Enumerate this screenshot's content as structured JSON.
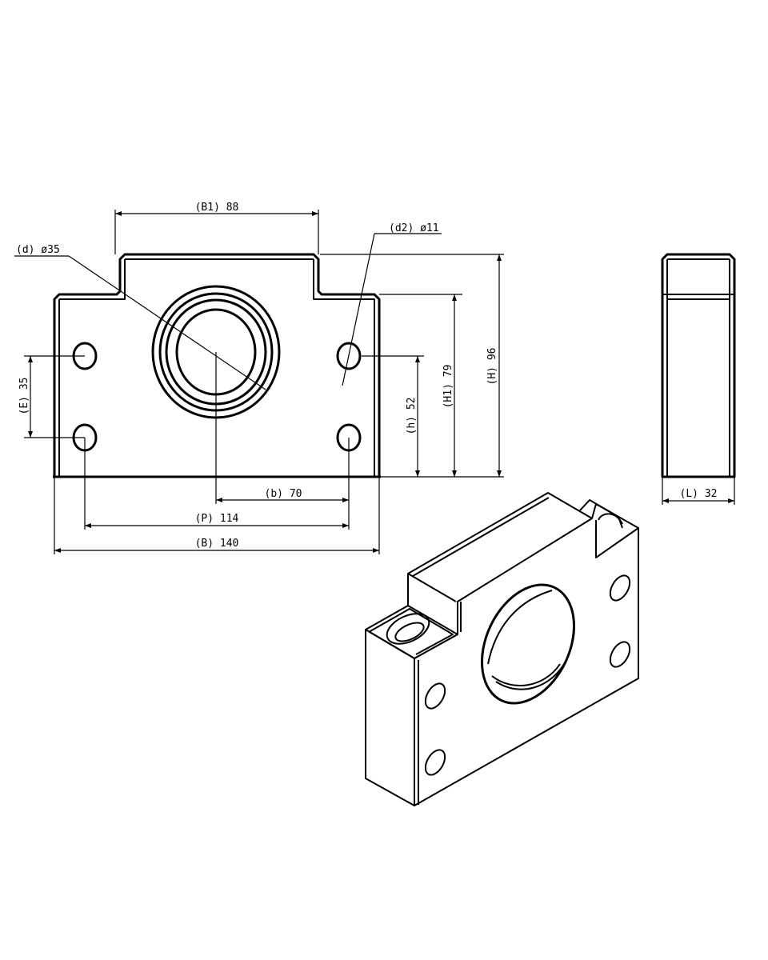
{
  "title": "Ball screw support bracket — dimensioned drawing",
  "front_view": {
    "dimensions": {
      "B1": "(B1) 88",
      "d": "(d) ø35",
      "d2": "(d2) ø11",
      "H": "(H) 96",
      "H1": "(H1) 79",
      "h": "(h) 52",
      "E": "(E) 35",
      "b": "(b) 70",
      "P": "(P) 114",
      "B": "(B) 140"
    }
  },
  "side_view": {
    "dimensions": {
      "L": "(L) 32"
    }
  },
  "colors": {
    "line": "#000000",
    "background": "#ffffff"
  }
}
